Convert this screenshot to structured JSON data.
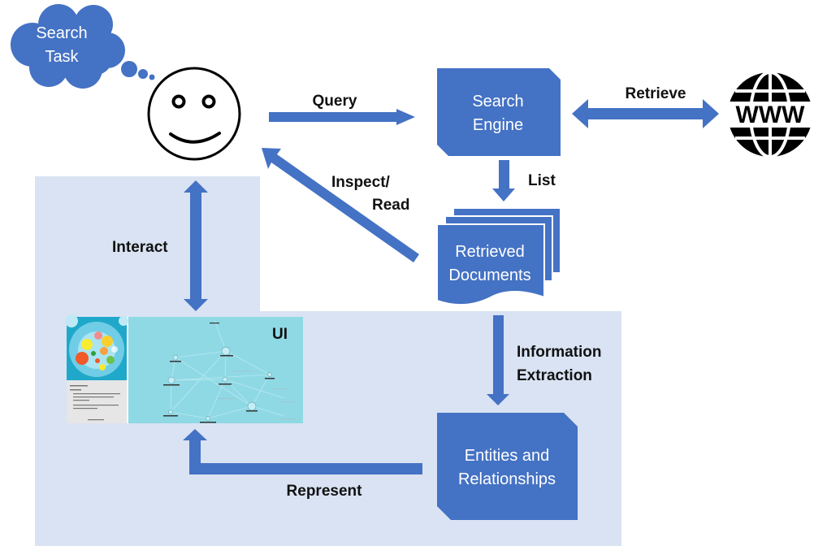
{
  "cloud": {
    "line1": "Search",
    "line2": "Task"
  },
  "arrows": {
    "query": "Query",
    "retrieve": "Retrieve",
    "list": "List",
    "inspect_line1": "Inspect/",
    "inspect_line2": "Read",
    "interact": "Interact",
    "info_line1": "Information",
    "info_line2": "Extraction",
    "represent": "Represent"
  },
  "boxes": {
    "search_engine": {
      "line1": "Search",
      "line2": "Engine"
    },
    "retrieved_docs": {
      "line1": "Retrieved",
      "line2": "Documents"
    },
    "entities": {
      "line1": "Entities and",
      "line2": "Relationships"
    }
  },
  "ui": {
    "label": "UI",
    "bubble_color": "#1fa8c9",
    "graph_color": "#8fd9e5"
  },
  "icons": {
    "user": "smiley-face-icon",
    "web": "www-globe-icon"
  },
  "colors": {
    "box": "#4472c4",
    "arrow": "#4472c4",
    "panel": "#dae3f3",
    "cloud": "#4472c4"
  }
}
